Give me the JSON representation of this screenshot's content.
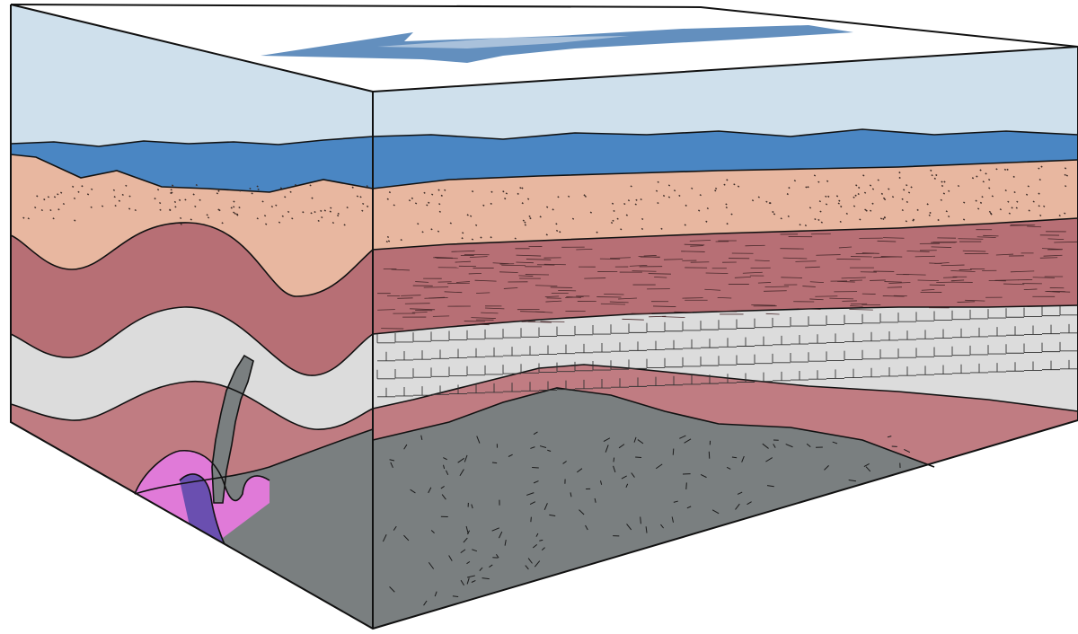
{
  "diagram": {
    "kind": "geological block diagram",
    "text_labels": [],
    "colors": {
      "sky": "#cfe0ec",
      "sea": "#4a86c3",
      "sea_dark": "#2f6aa8",
      "sandstone": "#e8b7a0",
      "shale": "#b76f75",
      "limestone": "#dcdcdc",
      "lower_shale": "#c07c82",
      "granite": "#7a7f80",
      "intrusion_pink": "#e07ad8",
      "intrusion_purple": "#6a4fb0",
      "outline": "#111111"
    },
    "layers": [
      {
        "id": "sky",
        "name": "sky"
      },
      {
        "id": "sea",
        "name": "sea"
      },
      {
        "id": "sandstone",
        "name": "sandstone"
      },
      {
        "id": "upper-shale",
        "name": "shale"
      },
      {
        "id": "limestone",
        "name": "limestone"
      },
      {
        "id": "lower-shale",
        "name": "shale"
      },
      {
        "id": "granite",
        "name": "igneous rock"
      },
      {
        "id": "intrusion",
        "name": "intrusion"
      }
    ]
  }
}
